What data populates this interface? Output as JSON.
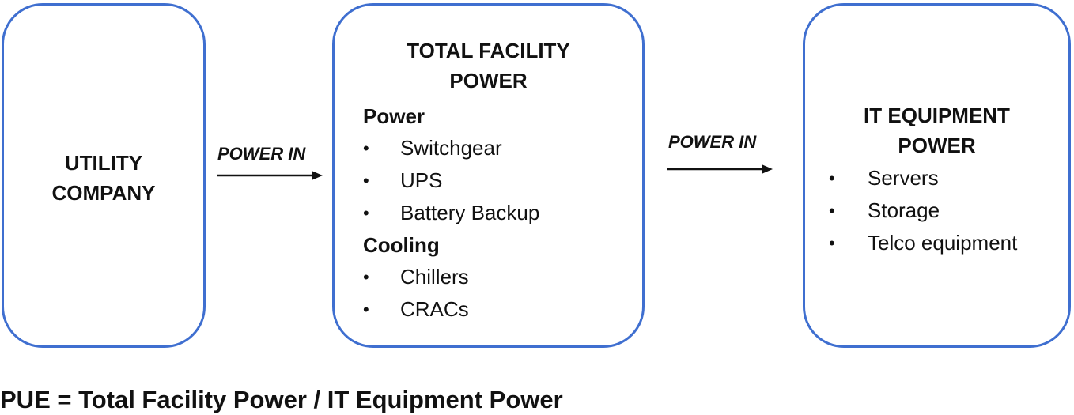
{
  "utility": {
    "title_line1": "UTILITY",
    "title_line2": "COMPANY"
  },
  "facility": {
    "title_line1": "TOTAL FACILITY",
    "title_line2": "POWER",
    "power_heading": "Power",
    "power_items": [
      "Switchgear",
      "UPS",
      "Battery Backup"
    ],
    "cooling_heading": "Cooling",
    "cooling_items": [
      "Chillers",
      "CRACs"
    ]
  },
  "it": {
    "title_line1": "IT EQUIPMENT",
    "title_line2": "POWER",
    "items": [
      "Servers",
      "Storage",
      "Telco equipment"
    ]
  },
  "arrows": {
    "label_1": "POWER IN",
    "label_2": "POWER IN"
  },
  "bullet_char": "•",
  "formula": "PUE = Total Facility Power / IT Equipment Power",
  "colors": {
    "box_border": "#3f6fd0",
    "text": "#111111"
  }
}
